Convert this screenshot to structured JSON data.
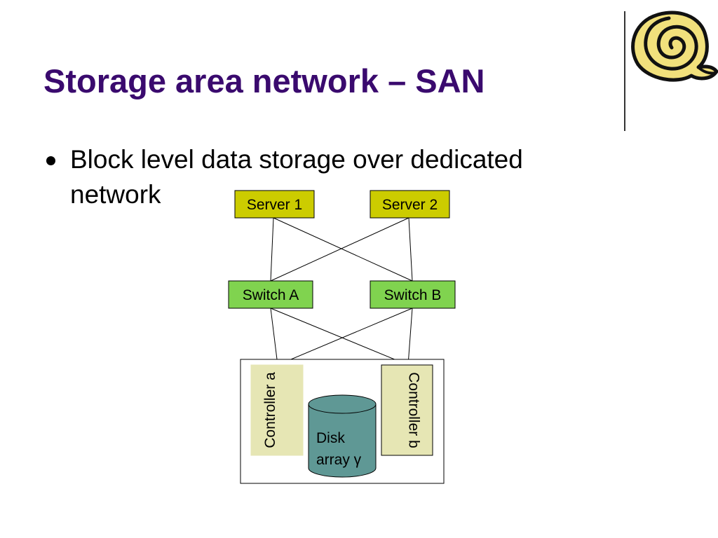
{
  "slide": {
    "title": "Storage area network – SAN",
    "bullets": [
      "Block level data storage over dedicated network"
    ]
  },
  "diagram": {
    "servers": [
      "Server 1",
      "Server 2"
    ],
    "switches": [
      "Switch A",
      "Switch B"
    ],
    "controllers": [
      "Controller a",
      "Controller b"
    ],
    "disk": {
      "line1": "Disk",
      "line2": "array γ"
    }
  },
  "colors": {
    "title": "#3a0a6e",
    "server_fill": "#cccc00",
    "switch_fill": "#80d34f",
    "controller_fill": "#e6e6b4",
    "disk_fill": "#5f9895"
  },
  "icons": {
    "logo": "snail-shell-icon"
  }
}
